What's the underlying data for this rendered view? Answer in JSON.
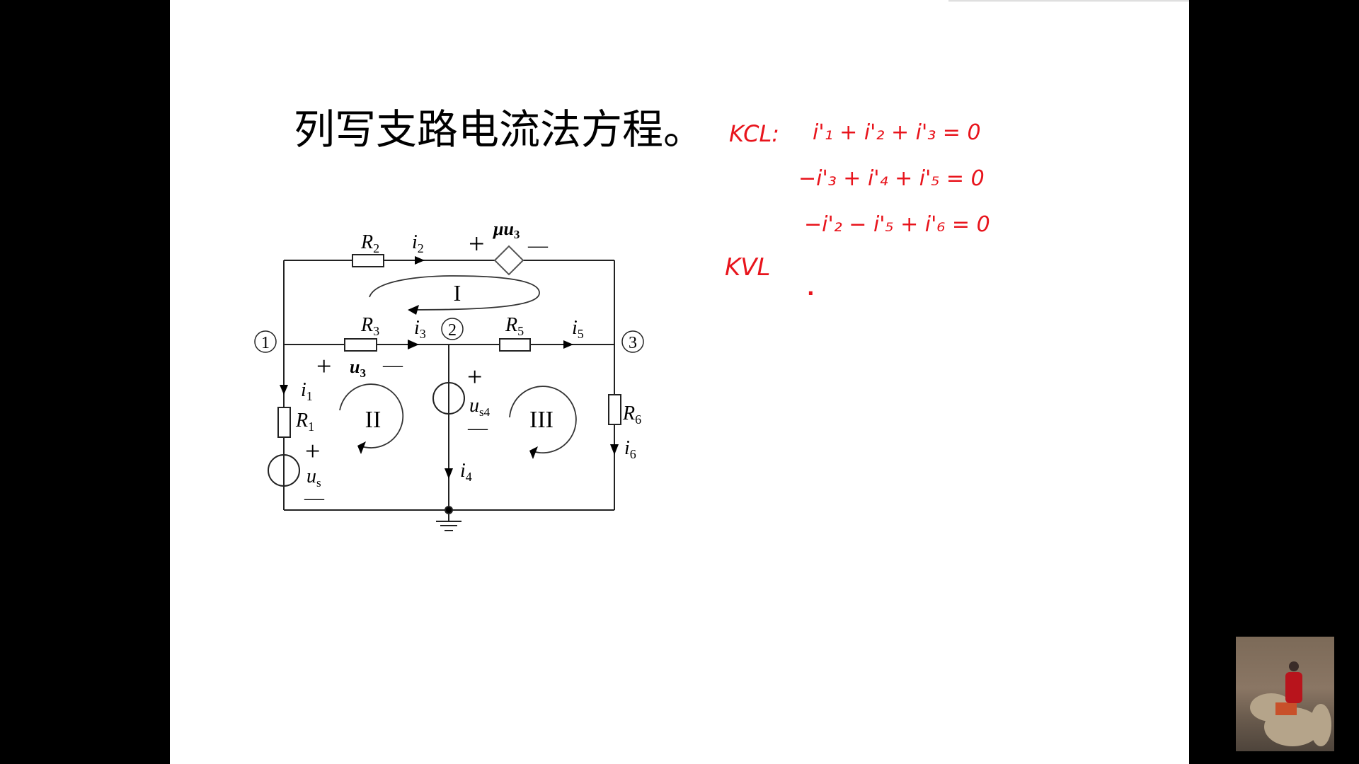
{
  "slide": {
    "title": "列写支路电流法方程。"
  },
  "circuit": {
    "nodes": [
      {
        "id": "1",
        "label": "1"
      },
      {
        "id": "2",
        "label": "2"
      },
      {
        "id": "3",
        "label": "3"
      }
    ],
    "components": {
      "R1": {
        "name": "R",
        "sub": "1"
      },
      "R2": {
        "name": "R",
        "sub": "2"
      },
      "R3": {
        "name": "R",
        "sub": "3"
      },
      "R5": {
        "name": "R",
        "sub": "5"
      },
      "R6": {
        "name": "R",
        "sub": "6"
      },
      "us": {
        "name": "u",
        "sub": "s"
      },
      "us4": {
        "name": "u",
        "sub": "s4"
      },
      "dep_source": {
        "name": "μu",
        "sub": "3"
      },
      "u3": {
        "name": "u",
        "sub": "3"
      }
    },
    "currents": {
      "i1": {
        "name": "i",
        "sub": "1"
      },
      "i2": {
        "name": "i",
        "sub": "2"
      },
      "i3": {
        "name": "i",
        "sub": "3"
      },
      "i4": {
        "name": "i",
        "sub": "4"
      },
      "i5": {
        "name": "i",
        "sub": "5"
      },
      "i6": {
        "name": "i",
        "sub": "6"
      }
    },
    "loops": {
      "I": "I",
      "II": "II",
      "III": "III"
    },
    "polarity": {
      "plus": "+",
      "minus": "—"
    }
  },
  "annotations": {
    "color": "#e8141c",
    "kcl_label": "KCL:",
    "kcl_equations": [
      "i'₁ + i'₂ + i'₃ = 0",
      "−i'₃ + i'₄ + i'₅ = 0",
      "−i'₂ − i'₅ + i'₆ = 0"
    ],
    "kvl_label": "KVL",
    "kvl_dot": "·"
  },
  "webcam": {
    "description": "presenter webcam thumbnail (person in red riding a camel in desert)"
  }
}
